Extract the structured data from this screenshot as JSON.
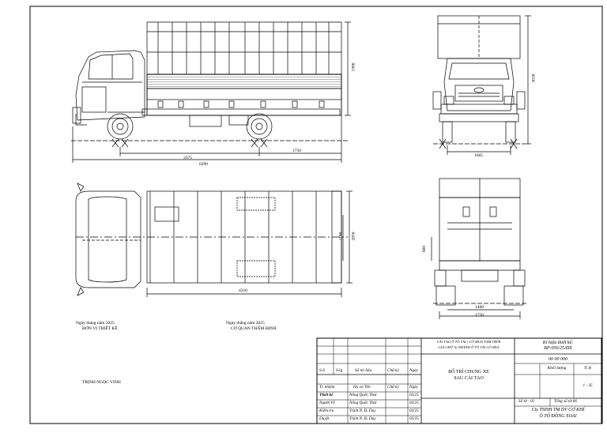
{
  "dimensions": {
    "side_height": "1900",
    "side_wheelbase": "3375",
    "side_rear_overhang": "1750",
    "side_overall_length": "6290",
    "front_height": "3030",
    "front_width": "1665",
    "top_cargo_length": "4310",
    "top_inner_width": "1190",
    "top_outer_width": "2050",
    "rear_height": "600",
    "rear_track": "1400",
    "rear_width": "1750"
  },
  "signatures": {
    "left_date": "Ngày      tháng      năm 2025",
    "left_unit": "ĐƠN VỊ THIẾT KẾ",
    "left_person": "TRỊNH NGỌC VINH",
    "right_date": "Ngày      tháng      năm 2025",
    "right_unit": "CƠ QUAN THẨM ĐỊNH"
  },
  "title_block": {
    "project_line1": "CẢI TẠO Ô TÔ TẢI ( CÓ MUI) TẠM THỜI",
    "project_line2": "GIÁ CHỮ A) THÀNH Ô TÔ TẢI CÓ MUI",
    "symbol_label": "Kí hiệu thiết kế:",
    "symbol_value": "BP-056/25/ĐX",
    "drawing_number": "00 00 000",
    "headers": {
      "sd": "S.đ",
      "sl": "S.lg",
      "doc": "Số tài liệu",
      "sign": "Chữ ký",
      "date": "Ngày"
    },
    "drawing_title_1": "BỐ TRÍ CHUNG XE",
    "drawing_title_2": "SAU CẢI TẠO",
    "mass_label": "Khối lượng",
    "scale_label": "Tỉ lệ",
    "scale_value": "1 : 35",
    "roles_header": {
      "role": "Tr. nhiệm",
      "name": "Họ và Tên",
      "sign": "Chữ ký",
      "date": "Ngày"
    },
    "rows": [
      {
        "role": "Thiết kế",
        "name": "Nông Quốc Thái",
        "date": "03/25"
      },
      {
        "role": "Người Vẽ",
        "name": "Nông Quốc Thái",
        "date": "03/25"
      },
      {
        "role": "Kiểm tra",
        "name": "Trịnh N. Đ. Duy",
        "date": "03/25"
      },
      {
        "role": "Duyệt",
        "name": "Trịnh N. Đ. Duy",
        "date": "03/25"
      }
    ],
    "sheet_no": "Số tờ : 01",
    "sheet_total": "Tổng số tờ:06",
    "company_1": "Cty TNHH TM DV CƠ KHÍ",
    "company_2": "Ô TÔ ĐỒNG XOÀI"
  }
}
